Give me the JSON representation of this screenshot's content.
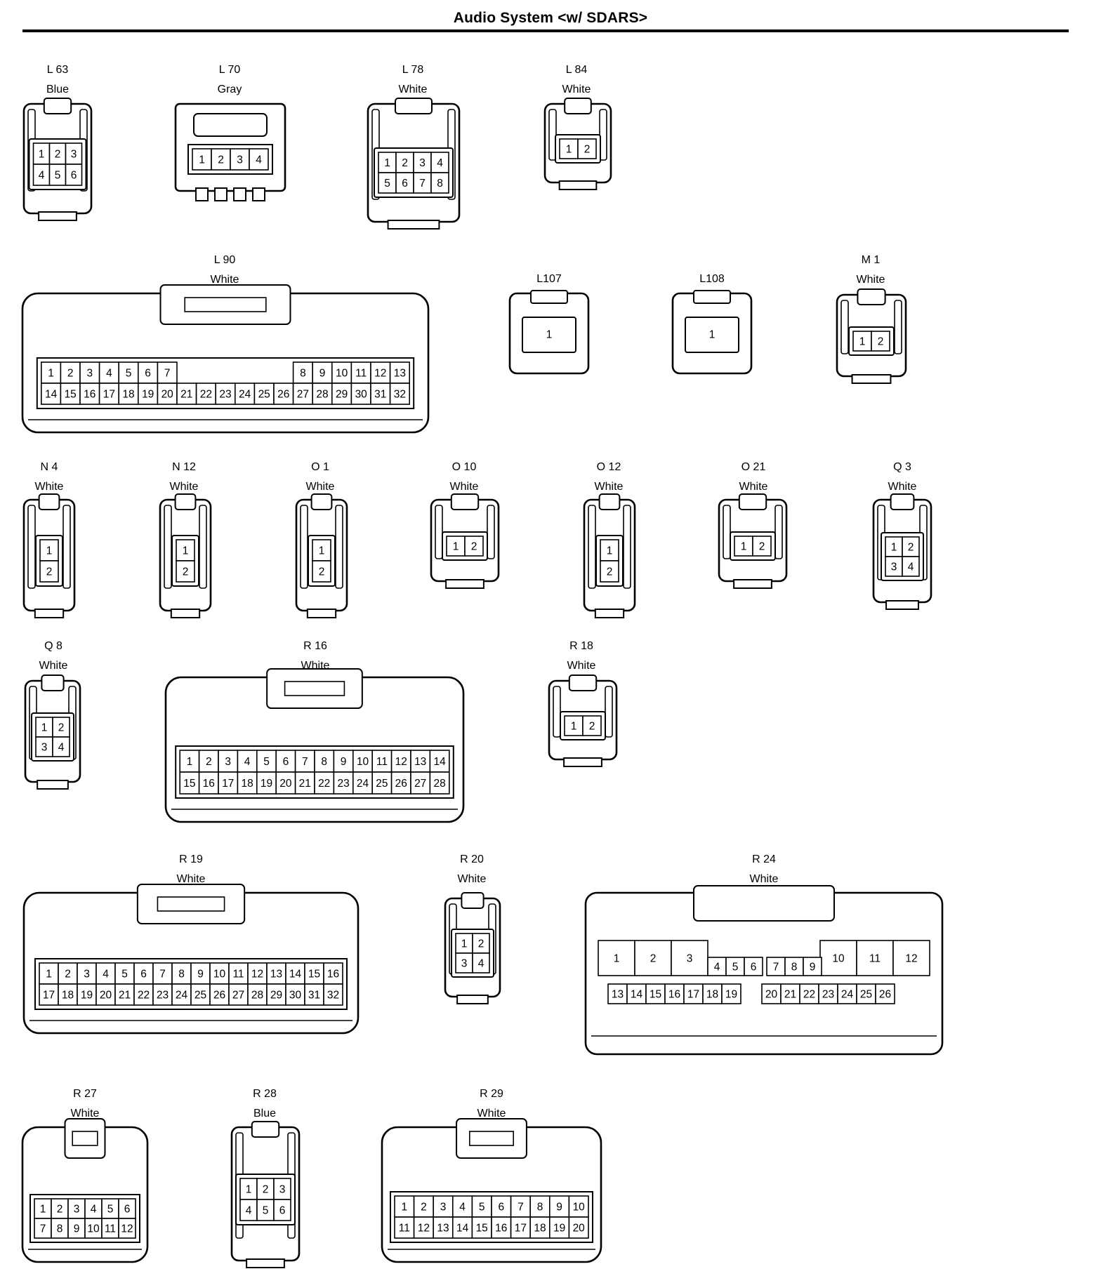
{
  "title": "Audio System <w/ SDARS>",
  "connectors": [
    {
      "id": "L 63",
      "color": "Blue",
      "rows": [
        [
          "1",
          "2",
          "3"
        ],
        [
          "4",
          "5",
          "6"
        ]
      ],
      "style": "small"
    },
    {
      "id": "L 70",
      "color": "Gray",
      "rows": [
        [
          "1",
          "2",
          "3",
          "4"
        ]
      ],
      "style": "latch"
    },
    {
      "id": "L 78",
      "color": "White",
      "rows": [
        [
          "1",
          "2",
          "3",
          "4"
        ],
        [
          "5",
          "6",
          "7",
          "8"
        ]
      ],
      "style": "tall"
    },
    {
      "id": "L 84",
      "color": "White",
      "rows": [
        [
          "1",
          "2"
        ]
      ],
      "style": "small2"
    },
    {
      "id": "L 90",
      "color": "White",
      "rows": [
        [
          "1",
          "2",
          "3",
          "4",
          "5",
          "6",
          "7",
          "",
          "",
          "",
          "",
          "",
          "",
          "8",
          "9",
          "10",
          "11",
          "12",
          "13"
        ],
        [
          "14",
          "15",
          "16",
          "17",
          "18",
          "19",
          "20",
          "21",
          "22",
          "23",
          "24",
          "25",
          "26",
          "27",
          "28",
          "29",
          "30",
          "31",
          "32"
        ]
      ],
      "style": "large"
    },
    {
      "id": "L107",
      "color": "White",
      "rows": [
        [
          "1"
        ]
      ],
      "style": "single"
    },
    {
      "id": "L108",
      "color": "Blue",
      "rows": [
        [
          "1"
        ]
      ],
      "style": "single"
    },
    {
      "id": "M 1",
      "color": "White",
      "rows": [
        [
          "1",
          "2"
        ]
      ],
      "style": "small2"
    },
    {
      "id": "N 4",
      "color": "White",
      "rows": [
        [
          "1"
        ],
        [
          "2"
        ]
      ],
      "style": "vert"
    },
    {
      "id": "N 12",
      "color": "White",
      "rows": [
        [
          "1"
        ],
        [
          "2"
        ]
      ],
      "style": "vert"
    },
    {
      "id": "O 1",
      "color": "White",
      "rows": [
        [
          "1"
        ],
        [
          "2"
        ]
      ],
      "style": "vert"
    },
    {
      "id": "O 10",
      "color": "White",
      "rows": [
        [
          "1",
          "2"
        ]
      ],
      "style": "small2"
    },
    {
      "id": "O 12",
      "color": "White",
      "rows": [
        [
          "1"
        ],
        [
          "2"
        ]
      ],
      "style": "vert"
    },
    {
      "id": "O 21",
      "color": "White",
      "rows": [
        [
          "1",
          "2"
        ]
      ],
      "style": "small2"
    },
    {
      "id": "Q 3",
      "color": "White",
      "rows": [
        [
          "1",
          "2"
        ],
        [
          "3",
          "4"
        ]
      ],
      "style": "small4"
    },
    {
      "id": "Q 8",
      "color": "White",
      "rows": [
        [
          "1",
          "2"
        ],
        [
          "3",
          "4"
        ]
      ],
      "style": "small4"
    },
    {
      "id": "R 16",
      "color": "White",
      "rows": [
        [
          "1",
          "2",
          "3",
          "4",
          "5",
          "6",
          "7",
          "8",
          "9",
          "10",
          "11",
          "12",
          "13",
          "14"
        ],
        [
          "15",
          "16",
          "17",
          "18",
          "19",
          "20",
          "21",
          "22",
          "23",
          "24",
          "25",
          "26",
          "27",
          "28"
        ]
      ],
      "style": "large"
    },
    {
      "id": "R 18",
      "color": "White",
      "rows": [
        [
          "1",
          "2"
        ]
      ],
      "style": "small2"
    },
    {
      "id": "R 19",
      "color": "White",
      "rows": [
        [
          "1",
          "2",
          "3",
          "4",
          "5",
          "6",
          "7",
          "8",
          "9",
          "10",
          "11",
          "12",
          "13",
          "14",
          "15",
          "16"
        ],
        [
          "17",
          "18",
          "19",
          "20",
          "21",
          "22",
          "23",
          "24",
          "25",
          "26",
          "27",
          "28",
          "29",
          "30",
          "31",
          "32"
        ]
      ],
      "style": "large"
    },
    {
      "id": "R 20",
      "color": "White",
      "rows": [
        [
          "1",
          "2"
        ],
        [
          "3",
          "4"
        ]
      ],
      "style": "small4"
    },
    {
      "id": "R 24",
      "color": "White",
      "rows": [
        [
          "1",
          "2",
          "3",
          "4",
          "5",
          "6",
          "7",
          "8",
          "9",
          "10",
          "11",
          "12"
        ],
        [
          "13",
          "14",
          "15",
          "16",
          "17",
          "18",
          "19",
          "20",
          "21",
          "22",
          "23",
          "24",
          "25",
          "26"
        ]
      ],
      "style": "mixed"
    },
    {
      "id": "R 27",
      "color": "White",
      "rows": [
        [
          "1",
          "2",
          "3",
          "4",
          "5",
          "6"
        ],
        [
          "7",
          "8",
          "9",
          "10",
          "11",
          "12"
        ]
      ],
      "style": "medium"
    },
    {
      "id": "R 28",
      "color": "Blue",
      "rows": [
        [
          "1",
          "2",
          "3"
        ],
        [
          "4",
          "5",
          "6"
        ]
      ],
      "style": "small"
    },
    {
      "id": "R 29",
      "color": "White",
      "rows": [
        [
          "1",
          "2",
          "3",
          "4",
          "5",
          "6",
          "7",
          "8",
          "9",
          "10"
        ],
        [
          "11",
          "12",
          "13",
          "14",
          "15",
          "16",
          "17",
          "18",
          "19",
          "20"
        ]
      ],
      "style": "medium"
    }
  ]
}
